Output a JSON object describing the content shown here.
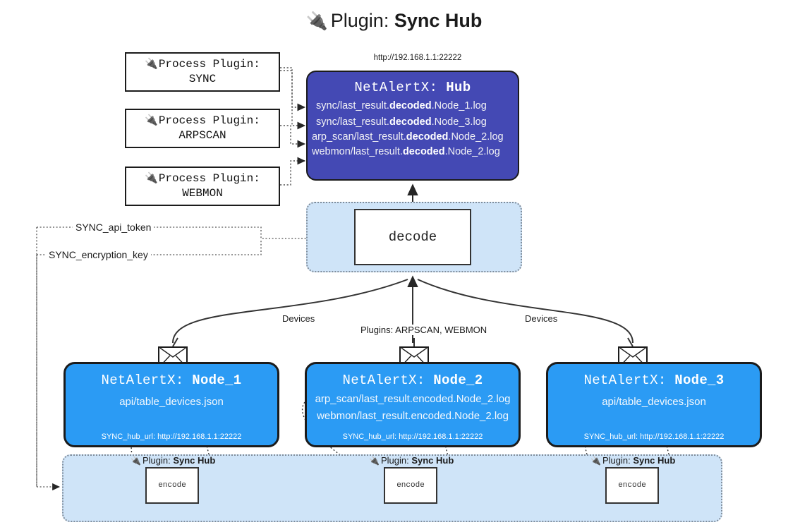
{
  "title": {
    "icon": "plug-icon",
    "glyph": "🔌",
    "prefix": "Plugin: ",
    "name": "Sync Hub"
  },
  "hub": {
    "url": "http://192.168.1.1:22222",
    "title_prefix": "NetAlertX: ",
    "title_name": "Hub",
    "lines": [
      {
        "pre": "sync/last_result.",
        "em": "decoded",
        "post": ".Node_1.log"
      },
      {
        "pre": "sync/last_result.",
        "em": "decoded",
        "post": ".Node_3.log"
      },
      {
        "pre": "arp_scan/last_result.",
        "em": "decoded",
        "post": ".Node_2.log"
      },
      {
        "pre": "webmon/last_result.",
        "em": "decoded",
        "post": ".Node_2.log"
      }
    ]
  },
  "process_plugins": [
    {
      "glyph": "🔌",
      "label": "Process Plugin:",
      "name": "SYNC"
    },
    {
      "glyph": "🔌",
      "label": "Process Plugin:",
      "name": "ARPSCAN"
    },
    {
      "glyph": "🔌",
      "label": "Process Plugin:",
      "name": "WEBMON"
    }
  ],
  "decode": {
    "label": "decode"
  },
  "keys": {
    "api_token": "SYNC_api_token",
    "encryption_key": "SYNC_encryption_key"
  },
  "edges": {
    "devices_left": "Devices",
    "devices_right": "Devices",
    "plugins_middle": "Plugins: ARPSCAN, WEBMON"
  },
  "nodes": [
    {
      "title_prefix": "NetAlertX: ",
      "title_name": "Node_1",
      "lines": [
        "api/table_devices.json"
      ],
      "footer": "SYNC_hub_url: http://192.168.1.1:22222"
    },
    {
      "title_prefix": "NetAlertX: ",
      "title_name": "Node_2",
      "lines": [
        "arp_scan/last_result.encoded.Node_2.log",
        "webmon/last_result.encoded.Node_2.log"
      ],
      "footer": "SYNC_hub_url: http://192.168.1.1:22222"
    },
    {
      "title_prefix": "NetAlertX: ",
      "title_name": "Node_3",
      "lines": [
        "api/table_devices.json"
      ],
      "footer": "SYNC_hub_url: http://192.168.1.1:22222"
    }
  ],
  "encoders": [
    {
      "glyph": "🔌",
      "plugin_prefix": "Plugin: ",
      "plugin_name": "Sync Hub",
      "label": "encode"
    },
    {
      "glyph": "🔌",
      "plugin_prefix": "Plugin: ",
      "plugin_name": "Sync Hub",
      "label": "encode"
    },
    {
      "glyph": "🔌",
      "plugin_prefix": "Plugin: ",
      "plugin_name": "Sync Hub",
      "label": "encode"
    }
  ],
  "colors": {
    "hub_fill": "#4449b4",
    "node_fill": "#2b9bf4",
    "container_fill": "#cfe4f8",
    "stroke": "#1b1b1b"
  }
}
